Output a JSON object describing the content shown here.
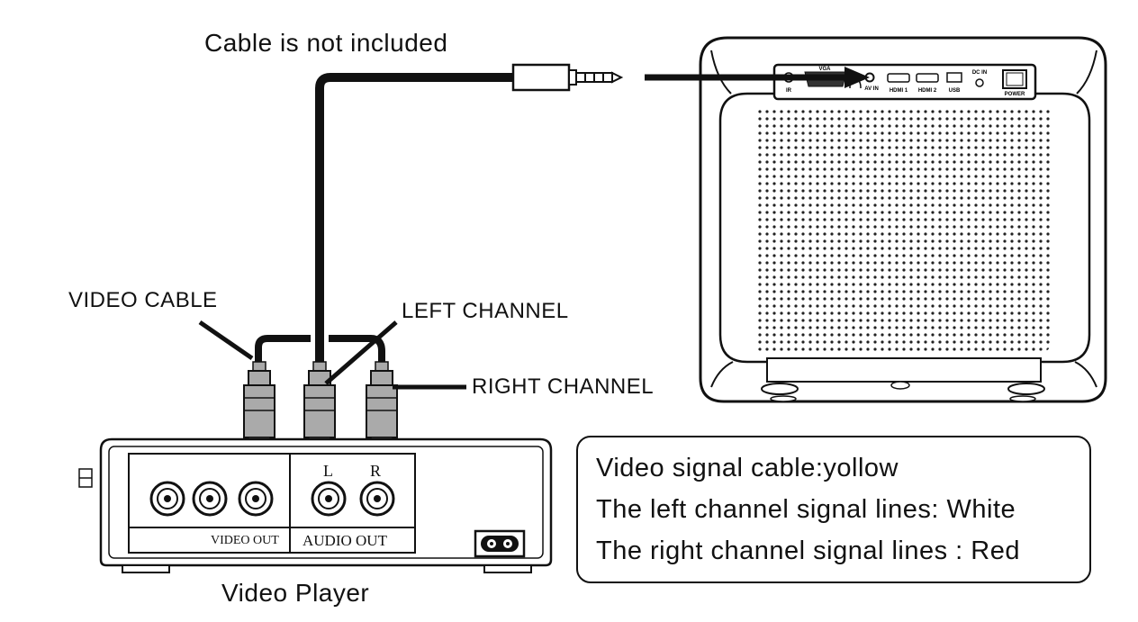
{
  "labels": {
    "cable_note": "Cable is not included",
    "video_cable": "VIDEO CABLE",
    "left_channel": "LEFT CHANNEL",
    "right_channel": "RIGHT CHANNEL",
    "video_player": "Video Player",
    "video_out": "VIDEO OUT",
    "audio_out": "AUDIO OUT",
    "jack_l": "L",
    "jack_r": "R"
  },
  "legend": {
    "line1": "Video signal cable:yollow",
    "line2": "The left channel signal lines: White",
    "line3": "The right channel signal lines : Red"
  },
  "projector_ports": {
    "ir": "IR",
    "vga": "VGA",
    "av_in": "AV IN",
    "hdmi1": "HDMI 1",
    "hdmi2": "HDMI 2",
    "usb": "USB",
    "dc_in": "DC IN",
    "power": "POWER"
  },
  "colors": {
    "ink": "#111111",
    "plug_body": "#aaaaaa",
    "background": "#ffffff"
  }
}
